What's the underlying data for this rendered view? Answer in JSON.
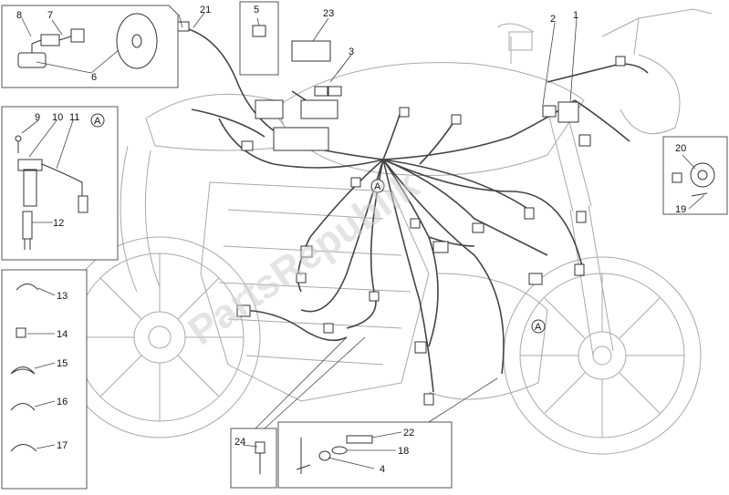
{
  "diagram": {
    "callouts": {
      "c1": "1",
      "c2": "2",
      "c3": "3",
      "c4": "4",
      "c5": "5",
      "c6": "6",
      "c7": "7",
      "c8": "8",
      "c9": "9",
      "c10": "10",
      "c11": "11",
      "c12": "12",
      "c13": "13",
      "c14": "14",
      "c15": "15",
      "c16": "16",
      "c17": "17",
      "c18": "18",
      "c19": "19",
      "c20": "20",
      "c21": "21",
      "c22": "22",
      "c23": "23",
      "c24": "24"
    },
    "section_marker": "A",
    "watermark": "PartsRepublik"
  },
  "colors": {
    "line": "#444444",
    "light_line": "#9a9a9a",
    "label": "#111111",
    "watermark": "#cfcfcf"
  }
}
